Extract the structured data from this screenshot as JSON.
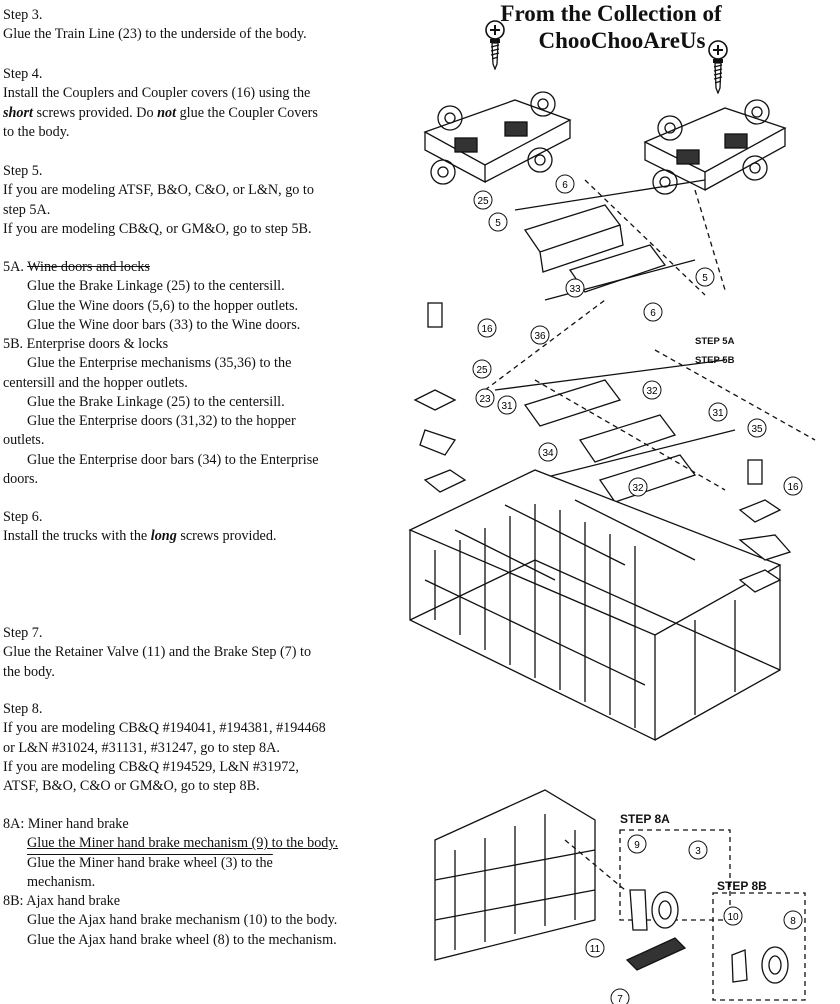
{
  "header": {
    "line1": "From the Collection of",
    "line2": "ChooChooAreUs"
  },
  "steps": {
    "s3": {
      "title": "Step 3.",
      "l1": "Glue the Train Line (23) to the underside of the body."
    },
    "s4": {
      "title": "Step 4.",
      "l1": "Install the Couplers and Coupler covers (16) using the",
      "l2a": "short",
      "l2b": " screws provided. Do ",
      "l2c": "not",
      "l2d": " glue the Coupler Covers",
      "l3": "to the body."
    },
    "s5": {
      "title": "Step 5.",
      "l1": "If you are modeling ATSF, B&O, C&O, or L&N, go to",
      "l2": "step 5A.",
      "l3": "If you are modeling CB&Q, or GM&O, go to step 5B."
    },
    "s5a": {
      "title_a": "5A. ",
      "title_b": "Wine doors and locks",
      "l1": "Glue the Brake Linkage (25) to the centersill.",
      "l2": "Glue the Wine doors (5,6) to the hopper outlets.",
      "l3": "Glue the Wine door bars (33) to the Wine doors."
    },
    "s5b": {
      "title": "5B. Enterprise doors & locks",
      "l1": "Glue the Enterprise mechanisms (35,36) to the",
      "l2": "centersill and the hopper outlets.",
      "l3": "Glue the Brake Linkage (25) to the centersill.",
      "l4": "Glue the Enterprise doors (31,32) to the hopper",
      "l5": "outlets.",
      "l6": "Glue the Enterprise door bars (34) to the Enterprise",
      "l7": "doors."
    },
    "s6": {
      "title": "Step 6.",
      "l1a": "Install the trucks with the ",
      "l1b": "long",
      "l1c": " screws provided."
    },
    "s7": {
      "title": "Step 7.",
      "l1": "Glue the Retainer Valve (11) and the Brake Step (7) to",
      "l2": "the body."
    },
    "s8": {
      "title": "Step 8.",
      "l1": "If you are modeling CB&Q #194041, #194381, #194468",
      "l2": "or L&N #31024, #31131, #31247, go to step 8A.",
      "l3": "If you are modeling CB&Q #194529, L&N #31972,",
      "l4": "ATSF, B&O, C&O or GM&O, go to step 8B."
    },
    "s8a": {
      "title": "8A: Miner hand brake",
      "l1": "Glue the Miner hand brake mechanism (9) to the body.",
      "l2": "Glue the Miner hand brake wheel (3) to the",
      "l3": "mechanism."
    },
    "s8b": {
      "title": "8B: Ajax hand brake",
      "l1": "Glue the Ajax hand brake mechanism (10) to the body.",
      "l2": "Glue the Ajax hand brake wheel (8) to the mechanism."
    }
  },
  "diagram": {
    "step_labels": {
      "s5a": "STEP 5A",
      "s5b": "STEP 5B",
      "s8a": "STEP 8A",
      "s8b": "STEP 8B"
    },
    "callouts": {
      "c25": "25",
      "c5": "5",
      "c6": "6",
      "c33": "33",
      "c16": "16",
      "c36": "36",
      "c23": "23",
      "c31": "31",
      "c34": "34",
      "c32": "32",
      "c35": "35",
      "c9": "9",
      "c3": "3",
      "c11": "11",
      "c7": "7",
      "c10": "10",
      "c8": "8"
    }
  }
}
